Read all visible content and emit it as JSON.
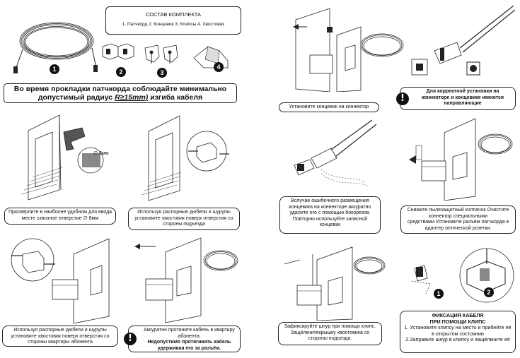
{
  "kit": {
    "title": "СОСТАВ КОМПЛЕКТА",
    "items": "1. Патчкорд 2. Концевик 3. Клипсы 4. Хвостовик",
    "numbers": [
      "1",
      "2",
      "3",
      "4"
    ]
  },
  "banner": {
    "line1": "Во время прокладки патчкорда соблюдайте минимально",
    "line2_prefix": "допустимый радиус ",
    "line2_radius": "R≥15mm)",
    "line2_suffix": " изгиба кабеля"
  },
  "steps": {
    "drill": {
      "caption": "Просверлите в наиболее удобном для ввода месте сквозное отверстие ∅ 8мм",
      "dim": "∅ 8мм"
    },
    "dowel_entrance": {
      "caption": "Используя распорные дюбели и шурупы установите хвостовик поверх отверстия со стороны подъезда"
    },
    "dowel_apartment": {
      "caption": "Используя распорные дюбели и шурупы установите хвостовик поверх отверстия со стороны квартиры абонента"
    },
    "pull_cable": {
      "caption": "Аккуратно протяните кабель в квартиру абонента.",
      "warning": "Недопустимо протягивать кабель удерживая его за разъём."
    },
    "install_cap": {
      "caption": "Установите концевик на коннектор"
    },
    "orientation": {
      "warning": "Для корректной установки на коннекторе и концевике имеются направляющие"
    },
    "wrong_install": {
      "caption": "Вслучае ошибочного размещения концевика на коннекторе аккуратно удалите его с помощью бокорезов. Повторно используйте запасной концевик"
    },
    "remove_cap": {
      "caption": "Снимите пылезащитный колпачок Очистите коннектор специальными средствами.Установите разъём патчкорда в адаптер оптической розетки."
    },
    "clips": {
      "caption": "Зафиксируйте шнур при помощи клипс. Защёлкнитекрышку хвостовика со стороны подъезда."
    },
    "fix_cable": {
      "title1": "ФИКСАЦИЯ КАБЕЛЯ",
      "title2": "ПРИ ПОМОЩИ КЛИПС",
      "line1": "1. Установите клипсу на место и прибейте её в открытом состоянии",
      "line2": "2.Заправьте шнур в клипсу и защёлкните её",
      "numbers": [
        "1",
        "2"
      ]
    }
  },
  "warning_symbol": "!"
}
